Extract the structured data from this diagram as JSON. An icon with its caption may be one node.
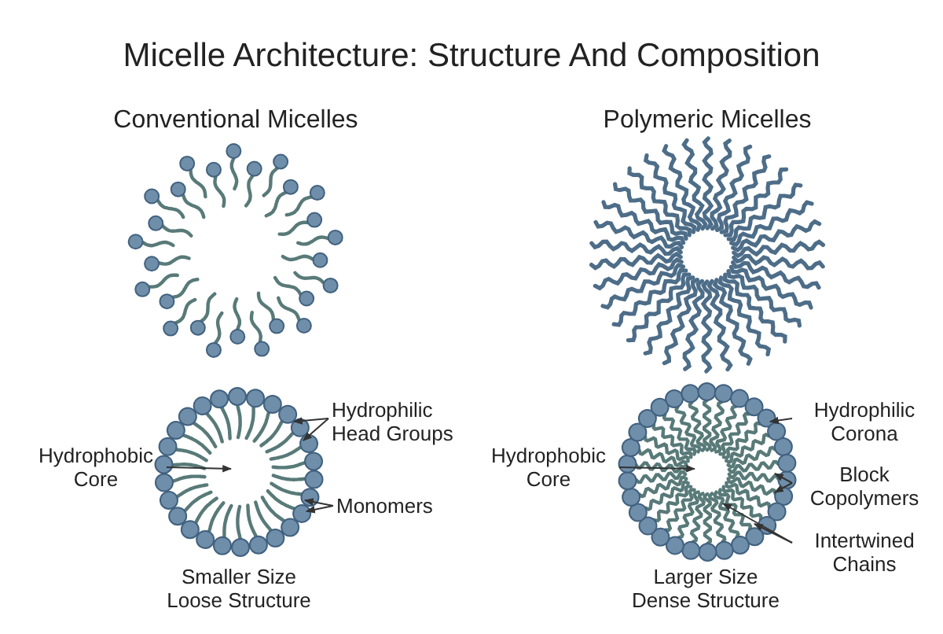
{
  "diagram": {
    "title": "Micelle Architecture: Structure And Composition",
    "nodes": [
      {
        "text": [
          "Hydrophobic Core"
        ]
      },
      {
        "text": [],
        "shape": "picture",
        "beside": [
          "Smaller Size Loose Structure"
        ]
      },
      {
        "text": [
          "Hydrophilic Head Groups"
        ]
      },
      {
        "text": [
          "Monomers"
        ]
      },
      {
        "text": [
          "Hydrophobic Core"
        ]
      },
      {
        "text": [],
        "shape": "picture",
        "beside": [
          "Larger Size Dense Structure"
        ]
      },
      {
        "text": [
          "Hydrophilic Corona"
        ]
      },
      {
        "text": [
          "Block Copolymers"
        ]
      },
      {
        "text": [
          "Intertwined Chains"
        ]
      }
    ],
    "edges": [
      {
        "from": 0,
        "to": 1,
        "arrow": "to"
      },
      {
        "from": 2,
        "to": 1,
        "arrow": "to"
      },
      {
        "from": 2,
        "to": 1,
        "arrow": "to"
      },
      {
        "from": 3,
        "to": 1,
        "arrow": "to"
      },
      {
        "from": 3,
        "to": 1,
        "arrow": "to"
      },
      {
        "from": 4,
        "to": 5,
        "arrow": "to"
      },
      {
        "from": 6,
        "to": 5,
        "arrow": "to"
      },
      {
        "from": 7,
        "to": 5,
        "arrow": "to"
      },
      {
        "from": 7,
        "to": 5,
        "arrow": "to"
      },
      {
        "from": 8,
        "to": 5,
        "arrow": "to"
      },
      {
        "from": 8,
        "to": 5,
        "arrow": "to"
      }
    ],
    "labels": [
      "Conventional Micelles",
      "Polymeric Micelles"
    ]
  }
}
